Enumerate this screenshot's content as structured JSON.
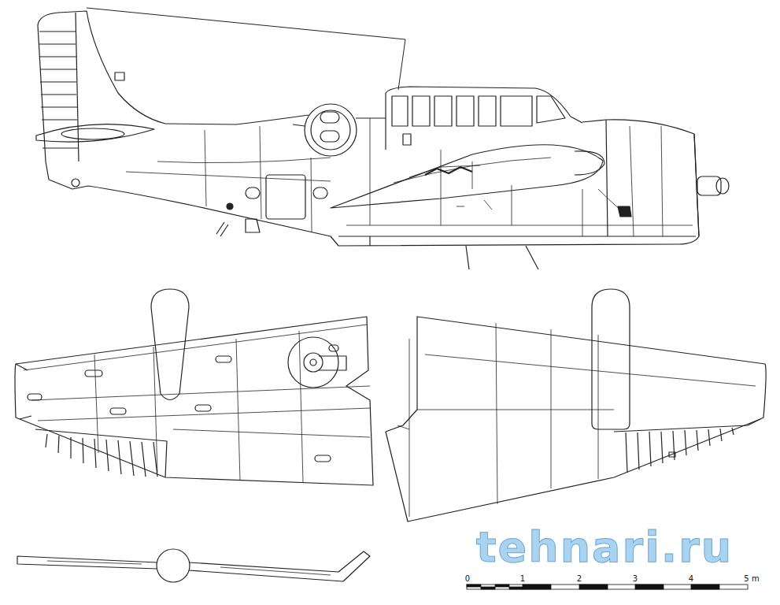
{
  "diagram": {
    "labels": [
      "tehnari.ru",
      "0",
      "1",
      "2",
      "3",
      "4",
      "5 m"
    ]
  }
}
